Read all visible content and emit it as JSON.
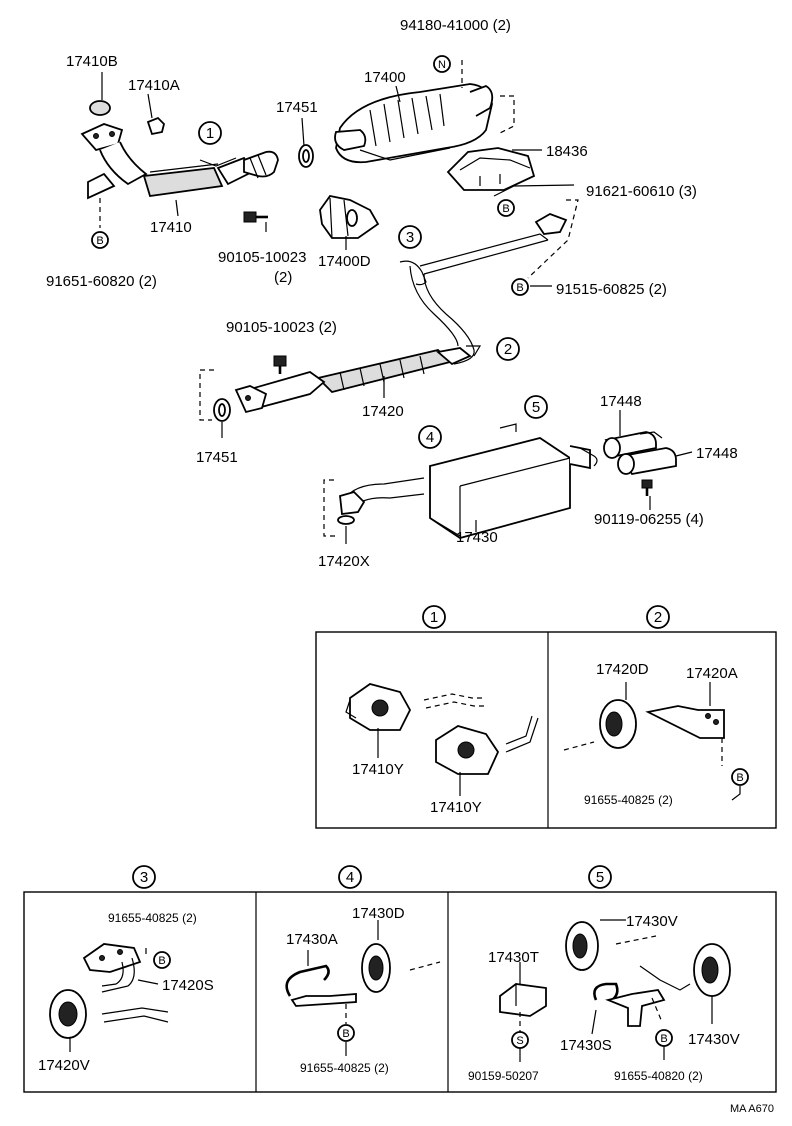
{
  "diagram": {
    "part_labels": {
      "p94180": "94180-41000 (2)",
      "p17410B": "17410B",
      "p17410A": "17410A",
      "p17400": "17400",
      "p17451_top": "17451",
      "p18436": "18436",
      "p91621": "91621-60610 (3)",
      "p17410": "17410",
      "p90105_top": "90105-10023",
      "p90105_top_qty": "(2)",
      "p17400D": "17400D",
      "p91651": "91651-60820 (2)",
      "p91515": "91515-60825 (2)",
      "p90105_mid": "90105-10023 (2)",
      "p17420": "17420",
      "p17451_mid": "17451",
      "p17448_a": "17448",
      "p17448_b": "17448",
      "p90119": "90119-06255 (4)",
      "p17430": "17430",
      "p17420X": "17420X"
    },
    "callouts": [
      "1",
      "2",
      "3",
      "4",
      "5"
    ],
    "letter_marks": {
      "b": "B",
      "n": "N",
      "s": "S"
    },
    "detail_1": {
      "label_a": "17410Y",
      "label_b": "17410Y"
    },
    "detail_2": {
      "label_a": "17420D",
      "label_b": "17420A",
      "label_c": "91655-40825 (2)"
    },
    "detail_3": {
      "label_a": "91655-40825 (2)",
      "label_b": "17420S",
      "label_c": "17420V"
    },
    "detail_4": {
      "label_a": "17430A",
      "label_b": "17430D",
      "label_c": "91655-40825 (2)"
    },
    "detail_5": {
      "label_a": "17430V",
      "label_b": "17430T",
      "label_c": "17430S",
      "label_d": "17430V",
      "label_e": "90159-50207",
      "label_f": "91655-40820 (2)"
    },
    "figure_code": "MA A670"
  }
}
